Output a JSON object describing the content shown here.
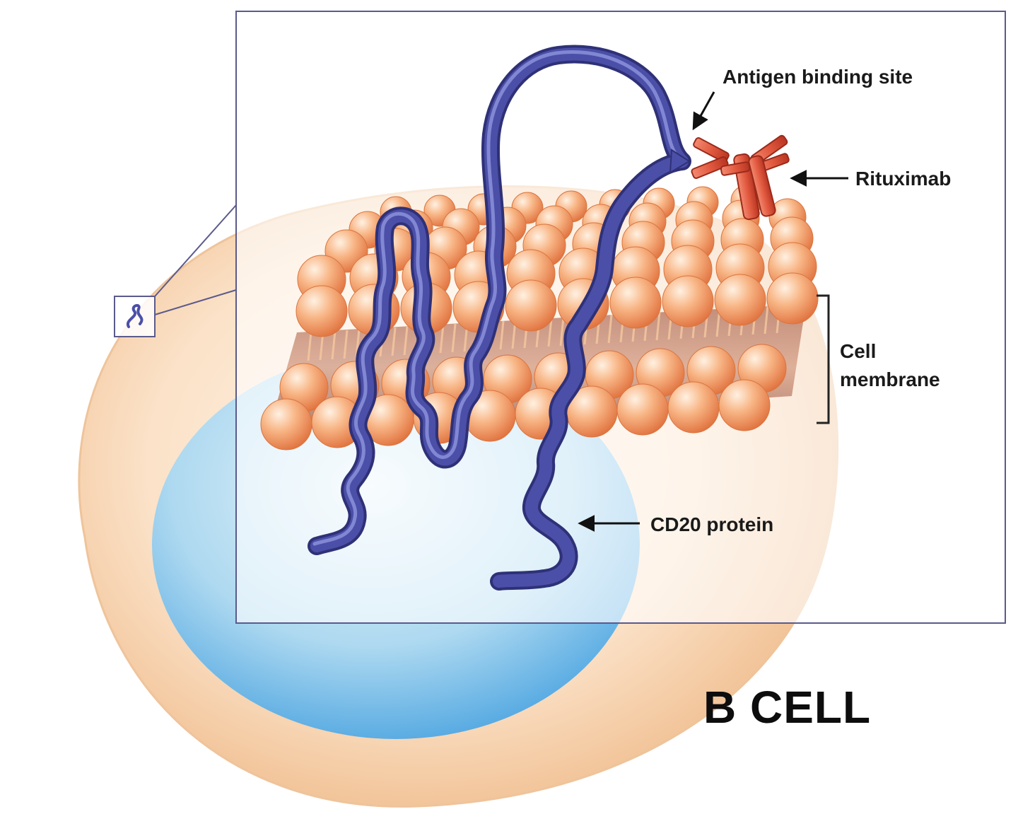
{
  "labels": {
    "antigen_site": "Antigen binding site",
    "rituximab": "Rituximab",
    "cell_membrane_line1": "Cell",
    "cell_membrane_line2": "membrane",
    "cd20": "CD20 protein",
    "b_cell": "B CELL"
  },
  "colors": {
    "cell_body": "#f7d6b4",
    "nucleus": "#46a6e4",
    "lipid_head": "#f2955e",
    "lipid_tail": "#c98a6e",
    "cd20_protein": "#4b4fa8",
    "rituximab": "#e0553c",
    "inset_border": "#5a5a8c"
  }
}
